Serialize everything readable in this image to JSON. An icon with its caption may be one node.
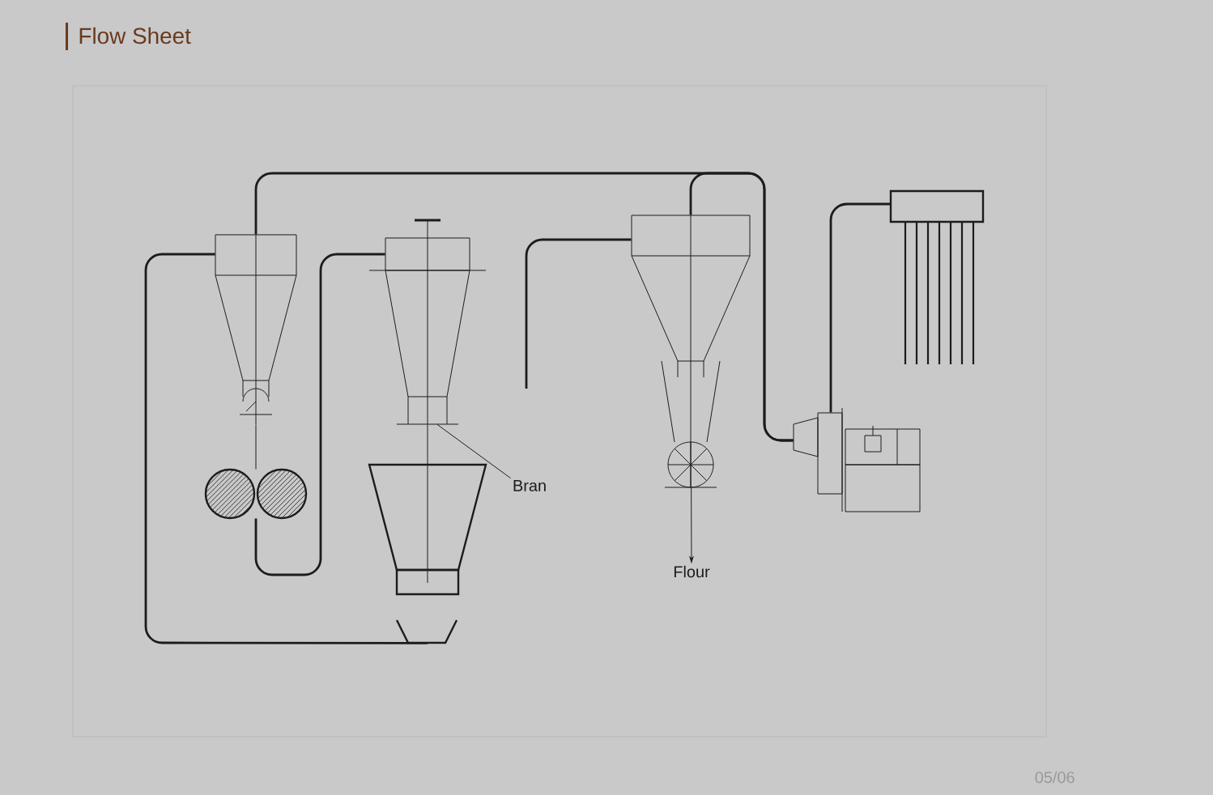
{
  "diagram": {
    "title": "Flow Sheet",
    "nodes": [
      {
        "text": [],
        "shape": "cyclone"
      },
      {
        "text": [],
        "shape": "rollers"
      },
      {
        "text": [],
        "shape": "sieve"
      },
      {
        "text": [],
        "shape": "hopper"
      },
      {
        "text": [],
        "shape": "cyclone"
      },
      {
        "text": [],
        "shape": "fan"
      },
      {
        "text": [],
        "shape": "filter"
      },
      {
        "text": [
          "Bran"
        ]
      },
      {
        "text": [
          "Flour"
        ]
      }
    ],
    "edges": [
      {
        "from": 0,
        "to": 1,
        "arrow": "none"
      },
      {
        "from": 1,
        "to": 2,
        "arrow": "none"
      },
      {
        "from": 2,
        "to": 3,
        "arrow": "none"
      },
      {
        "from": 3,
        "to": 0,
        "arrow": "none"
      },
      {
        "from": 0,
        "to": 5,
        "arrow": "none"
      },
      {
        "from": 4,
        "to": 5,
        "arrow": "none"
      },
      {
        "from": null,
        "to": 4,
        "arrow": "none"
      },
      {
        "from": 5,
        "to": 6,
        "arrow": "none"
      },
      {
        "from": 7,
        "to": 2,
        "arrow": "none"
      },
      {
        "from": 4,
        "to": 8,
        "arrow": "to"
      }
    ],
    "labels": [
      "05/06"
    ]
  }
}
